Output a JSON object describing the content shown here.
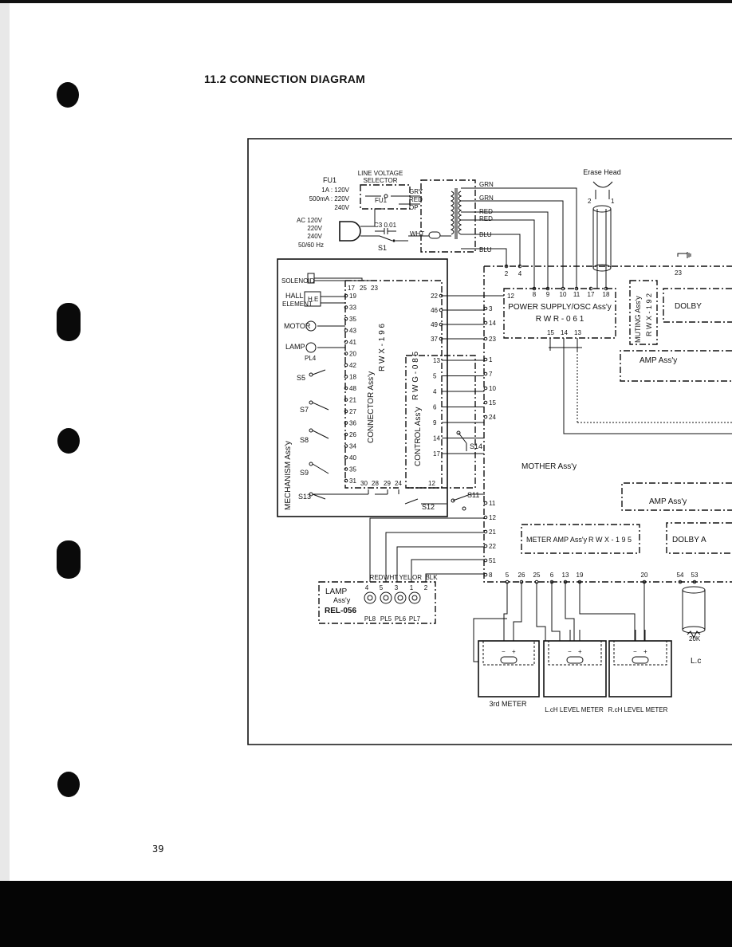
{
  "page": {
    "title": "11.2  CONNECTION DIAGRAM",
    "page_number": "39"
  },
  "power": {
    "fuse_header": "FU1",
    "fuse_ratings": [
      "1A : 120V",
      "500mA : 220V",
      "240V"
    ],
    "ac_inputs": [
      "AC 120V",
      "220V",
      "240V",
      "50/60 Hz"
    ],
    "line_voltage_selector": [
      "LINE VOLTAGE",
      "SELECTOR"
    ],
    "fuse_label": "FU1",
    "selector_taps": [
      "GRY",
      "RED",
      "OP"
    ],
    "cap_label": "C3 0.01",
    "switch_label": "S1",
    "wht_label": "WHT",
    "transformer_wires": [
      "GRN",
      "GRN",
      "RED",
      "RED",
      "BLU",
      "BLU"
    ]
  },
  "erase_head": {
    "label": "Erase Head",
    "pins": [
      "2",
      "1"
    ]
  },
  "mechanism": {
    "title": "MECHANISM Ass'y",
    "solenoid": "SOLENOID",
    "hall": "HALL",
    "element": "ELEMENT",
    "he": "H.E",
    "motor": "MOTOR",
    "lamp": "LAMP",
    "pl4": "PL4",
    "switches": [
      "S5",
      "S7",
      "S8",
      "S9",
      "S13"
    ]
  },
  "connector": {
    "title": "CONNECTOR Ass'y",
    "part": "R W X - 1 9 6",
    "top_pins": [
      "17",
      "25",
      "23"
    ],
    "pins": [
      "19",
      "33",
      "35",
      "43",
      "41",
      "20",
      "42",
      "18",
      "48",
      "21",
      "27",
      "36",
      "26",
      "34",
      "40",
      "35",
      "31"
    ],
    "bottom_pins": [
      "30",
      "28",
      "29",
      "24"
    ]
  },
  "control": {
    "title": "CONTROL Ass'y",
    "part": "R W G - 0 8 5",
    "pins": [
      "13",
      "5",
      "4",
      "6",
      "9",
      "14",
      "17"
    ],
    "bottom_pin": "12",
    "s14": "S14",
    "s11": "S11",
    "s12": "S12"
  },
  "mother": {
    "title": "MOTHER Ass'y",
    "top_pins": [
      "2",
      "4",
      "8",
      "9",
      "10",
      "11",
      "17",
      "18"
    ],
    "left_pins": [
      "22",
      "46",
      "49",
      "37"
    ],
    "right_pins": [
      "3",
      "14",
      "23",
      "1",
      "7",
      "10",
      "15",
      "24"
    ],
    "lower_pins": [
      "11",
      "12",
      "21",
      "22",
      "51",
      "8"
    ],
    "bottom_pins": [
      "5",
      "26",
      "25",
      "6",
      "13",
      "19",
      "20",
      "54",
      "53"
    ],
    "ground_pin": "23"
  },
  "power_supply": {
    "title": "POWER SUPPLY/OSC Ass'y",
    "part": "R W R - 0 6 1",
    "pin_left": "12",
    "pins_bottom": [
      "15",
      "14",
      "13"
    ]
  },
  "muting": {
    "title": "MUTING Ass'y",
    "part": "R W X - 1 9 2"
  },
  "right_blocks": {
    "dolby_top": "DOLBY",
    "amp_top": "AMP Ass'y",
    "amp_mid": "AMP Ass'y",
    "dolby_bottom": "DOLBY A",
    "meter_amp": "METER AMP Ass'y",
    "meter_amp_part": "R W X - 1 9 5"
  },
  "lamp": {
    "title": "LAMP",
    "sub": "Ass'y",
    "part": "REL-056",
    "wire_colors": [
      "RED",
      "WHT",
      "YEL",
      "OR",
      "BLK"
    ],
    "pins": [
      "4",
      "5",
      "3",
      "1",
      "2"
    ],
    "bulbs": [
      "PL8",
      "PL5",
      "PL6",
      "PL7"
    ]
  },
  "meters": {
    "third": "3rd  METER",
    "lch": "L.cH  LEVEL METER",
    "rch": "R.cH  LEVEL METER",
    "resistor": "20K",
    "partial": "L.c"
  }
}
